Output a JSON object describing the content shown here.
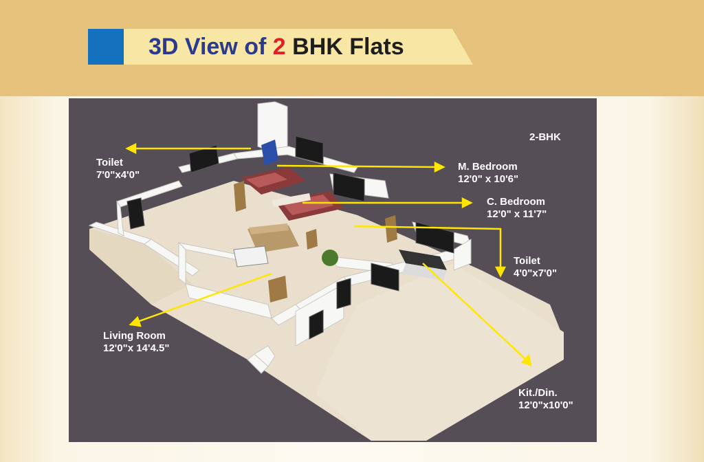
{
  "title": {
    "prefix": "3D View of ",
    "number": "2",
    "suffix": " BHK Flats"
  },
  "colors": {
    "band": "#e6c27c",
    "accent_blue": "#1471bd",
    "title_blue": "#2a3a8f",
    "title_red": "#e02027",
    "panel": "#554e57",
    "arrow": "#ffe600"
  },
  "diagram": {
    "tag": "2-BHK",
    "rooms": [
      {
        "name": "Toilet",
        "size": "7'0\"x4'0\""
      },
      {
        "name": "M. Bedroom",
        "size": "12'0\" x 10'6\""
      },
      {
        "name": "C. Bedroom",
        "size": "12'0\" x 11'7\""
      },
      {
        "name": "Toilet",
        "size": "4'0\"x7'0\""
      },
      {
        "name": "Living Room",
        "size": "12'0\"x 14'4.5\""
      },
      {
        "name": "Kit./Din.",
        "size": "12'0\"x10'0\""
      }
    ]
  }
}
